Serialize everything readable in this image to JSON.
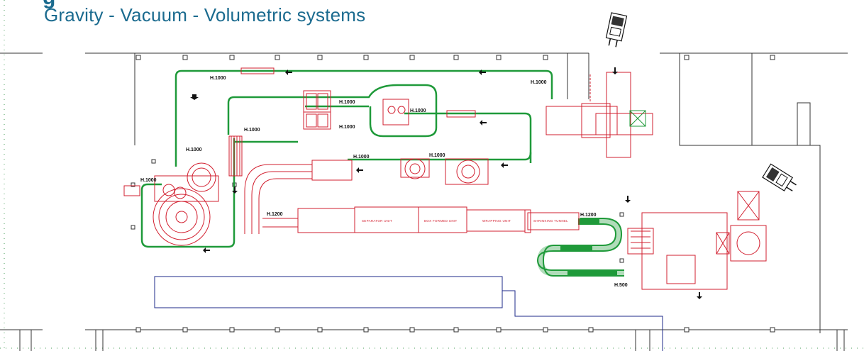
{
  "header": {
    "title": "g",
    "subtitle": "Gravity - Vacuum - Volumetric systems"
  },
  "colors": {
    "title": "#1b6b8f",
    "machinery": "#d21f2f",
    "conveyor": "#1f9a3a",
    "walls": "#333333",
    "outline_blue": "#1c2a8a",
    "grid": "#4a9e5a"
  },
  "labels": {
    "h1000_top": "H.1000",
    "h1000_filler_a": "H.1000",
    "h1000_filler_b": "H.1000",
    "h1000_mid": "H.1000",
    "h1000_right_top": "H.1000",
    "h1000_left_col": "H.1000",
    "h1000_rinser": "H.1000",
    "h1000_center_a": "H.1000",
    "h1000_center_b": "H.1000",
    "h1000_left_edge": "H.1000",
    "h1200_left": "H.1200",
    "h1200_right": "H.1200",
    "h500": "H.500"
  },
  "units": {
    "separator": "SEPARATOR UNIT",
    "box_formed": "BOX FORMED UNIT",
    "wrapping": "WRAPPING UNIT",
    "shrinking": "SHRINKING TUNNEL"
  },
  "icons": [
    "forklift-icon",
    "forklift-icon"
  ]
}
